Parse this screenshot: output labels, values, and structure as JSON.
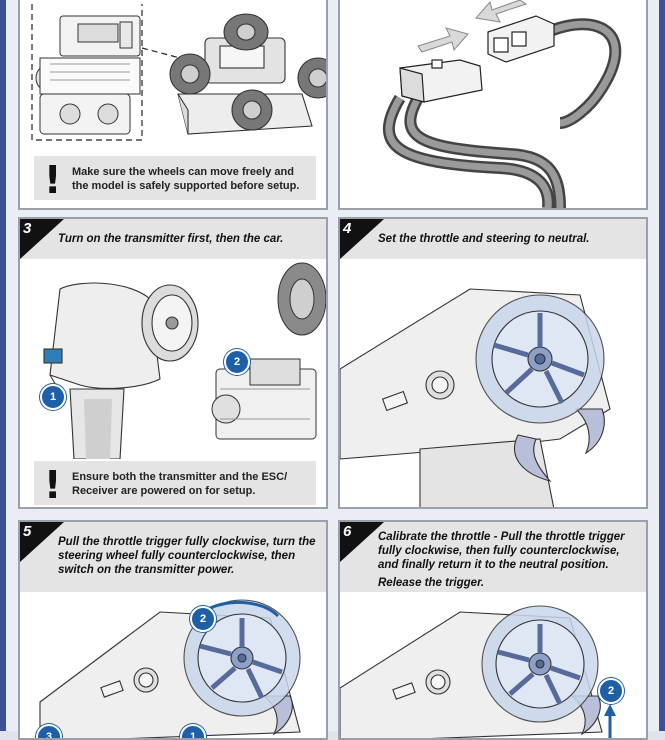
{
  "steps": {
    "top_left": {
      "note": "Make sure the wheels can move freely and the model is safely supported before setup."
    },
    "step3": {
      "number": "3",
      "title": "Turn on the transmitter first, then the car.",
      "callouts": [
        "1",
        "2"
      ],
      "note": "Ensure both the transmitter and the ESC/ Receiver are powered on for setup."
    },
    "step4": {
      "number": "4",
      "title": "Set the throttle and steering to neutral."
    },
    "step5": {
      "number": "5",
      "title": "Pull the throttle trigger fully clockwise, turn the steering wheel fully counterclockwise, then switch on the transmitter power.",
      "callouts": [
        "2",
        "1",
        "3"
      ]
    },
    "step6": {
      "number": "6",
      "title": "Calibrate the throttle - Pull the throttle trigger fully clockwise, then fully counterclockwise, and finally return it to the neutral position.",
      "subtitle": "Release the trigger.",
      "callouts": [
        "2"
      ]
    }
  },
  "colors": {
    "page_edge": "#3b4f9a",
    "callout": "#1f5fa8",
    "panel_header": "#e4e4e4",
    "wheel_tint": "#c9d6ec",
    "trigger_tint": "#b9bfd9"
  }
}
